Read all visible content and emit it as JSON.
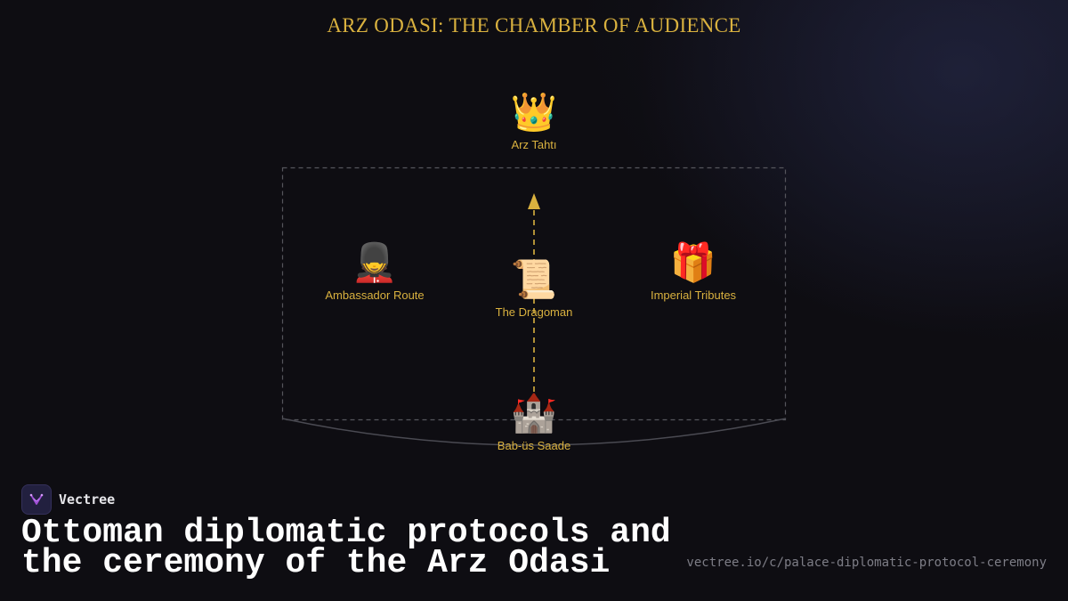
{
  "diagram": {
    "title": "ARZ ODASI: THE CHAMBER OF AUDIENCE",
    "nodes": {
      "throne": {
        "emoji": "👑",
        "label": "Arz Tahtı"
      },
      "ambassador": {
        "emoji": "💂",
        "label": "Ambassador Route"
      },
      "dragoman": {
        "emoji": "📜",
        "label": "The Dragoman"
      },
      "tributes": {
        "emoji": "🎁",
        "label": "Imperial Tributes"
      },
      "gate": {
        "emoji": "🏰",
        "label": "Bab-üs Saade"
      }
    }
  },
  "colors": {
    "accent": "#d9b13f",
    "background": "#0e0d12",
    "frame": "#55555c"
  },
  "footer": {
    "brand_name": "Vectree",
    "headline": "Ottoman diplomatic protocols and the ceremony of the Arz Odasi",
    "url": "vectree.io/c/palace-diplomatic-protocol-ceremony"
  }
}
